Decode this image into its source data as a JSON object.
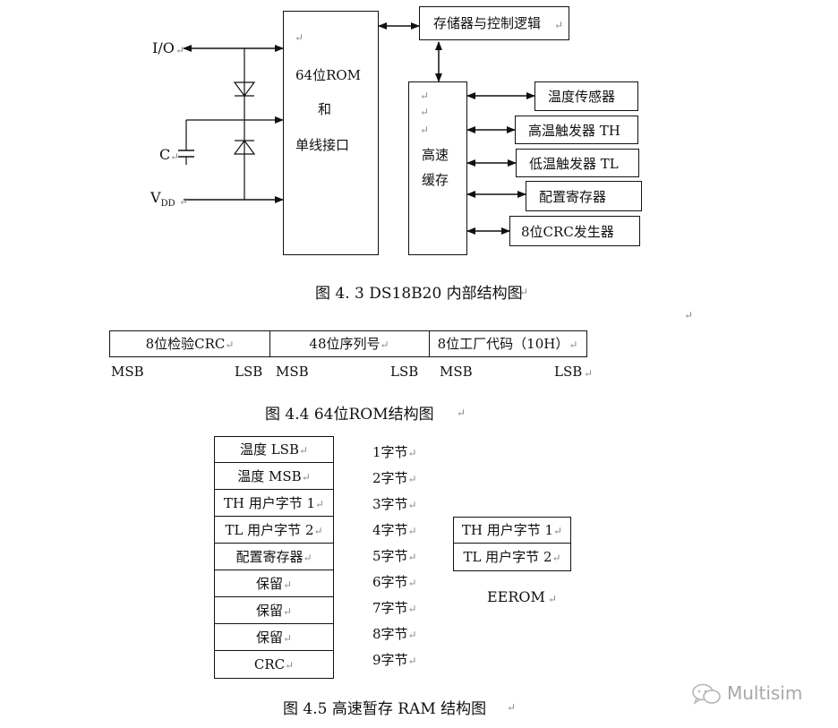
{
  "fig43": {
    "io_label": "I/O",
    "c_label": "C",
    "vdd_main": "V",
    "vdd_sub": "DD",
    "rom_line1": "64位ROM",
    "rom_line2": "和",
    "rom_line3": "单线接口",
    "storage_logic": "存储器与控制逻辑",
    "cache_line1": "高速",
    "cache_line2": "缓存",
    "temp_sensor": "温度传感器",
    "th_trigger": "高温触发器 TH",
    "tl_trigger": "低温触发器 TL",
    "config_reg": "配置寄存器",
    "crc_gen": "8位CRC发生器",
    "caption": "图 4. 3 DS18B20 内部结构图"
  },
  "fig44": {
    "seg1": "8位检验CRC",
    "seg2": "48位序列号",
    "seg3": "8位工厂代码（10H）",
    "msb": "MSB",
    "lsb": "LSB",
    "caption": "图 4.4   64位ROM结构图"
  },
  "fig45": {
    "cells": [
      "温度 LSB",
      "温度 MSB",
      "TH 用户字节 1",
      "TL 用户字节 2",
      "配置寄存器",
      "保留",
      "保留",
      "保留",
      "CRC"
    ],
    "bytes": [
      "1字节",
      "2字节",
      "3字节",
      "4字节",
      "5字节",
      "6字节",
      "7字节",
      "8字节",
      "9字节"
    ],
    "eeprom_cells": [
      "TH 用户字节 1",
      "TL 用户字节 2"
    ],
    "eeprom_label": "EEROM",
    "caption": "图 4.5  高速暂存 RAM 结构图"
  },
  "watermark": "Multisim",
  "pilcrow": "↵"
}
